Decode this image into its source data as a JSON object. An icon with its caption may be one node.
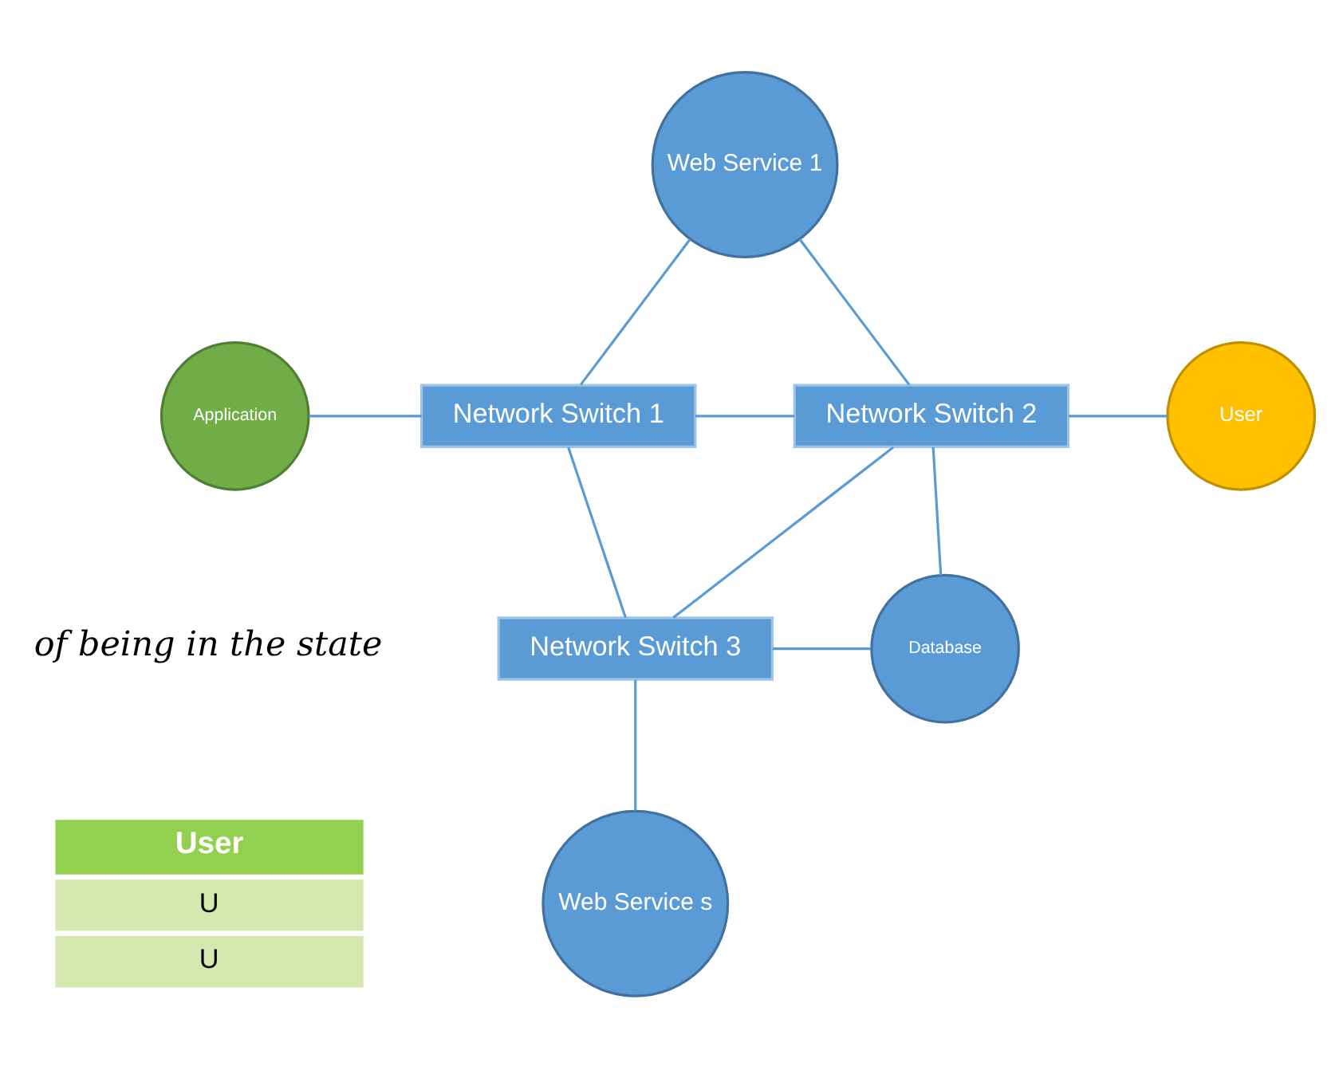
{
  "diagram": {
    "nodes": [
      {
        "text": [
          "Web Service 1"
        ]
      },
      {
        "text": [
          "Application"
        ]
      },
      {
        "text": [
          "Network Switch 1"
        ]
      },
      {
        "text": [
          "Network Switch 2"
        ]
      },
      {
        "text": [
          "User"
        ]
      },
      {
        "text": [
          "Network Switch 3"
        ]
      },
      {
        "text": [
          "Database"
        ]
      },
      {
        "text": [
          "Web Service s"
        ]
      }
    ],
    "edges": [
      {
        "from": 0,
        "to": 2,
        "arrow": "none"
      },
      {
        "from": 0,
        "to": 3,
        "arrow": "none"
      },
      {
        "from": 1,
        "to": 2,
        "arrow": "none"
      },
      {
        "from": 2,
        "to": 3,
        "arrow": "none"
      },
      {
        "from": 3,
        "to": 4,
        "arrow": "none"
      },
      {
        "from": 2,
        "to": 5,
        "arrow": "none"
      },
      {
        "from": 3,
        "to": 5,
        "arrow": "none"
      },
      {
        "from": 3,
        "to": 6,
        "arrow": "none"
      },
      {
        "from": 5,
        "to": 6,
        "arrow": "none"
      },
      {
        "from": 5,
        "to": 7,
        "arrow": "none"
      }
    ],
    "labels": [
      "of being in the state",
      "User",
      "U",
      "U"
    ]
  }
}
